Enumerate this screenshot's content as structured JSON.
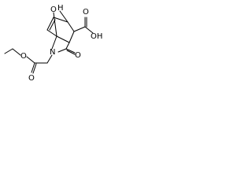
{
  "molecule": {
    "atoms": {
      "bridge_oxygen": "O",
      "bridge_oxygen_h": "H",
      "carboxylic_acid": "OH",
      "acid_carbonyl_oxygen": "O",
      "acid_hydroxyl_prefix": "HO",
      "lactam_nitrogen": "N",
      "lactam_oxygen": "O",
      "ester_oxygen": "O",
      "ester_carbonyl_oxygen": "O"
    }
  }
}
